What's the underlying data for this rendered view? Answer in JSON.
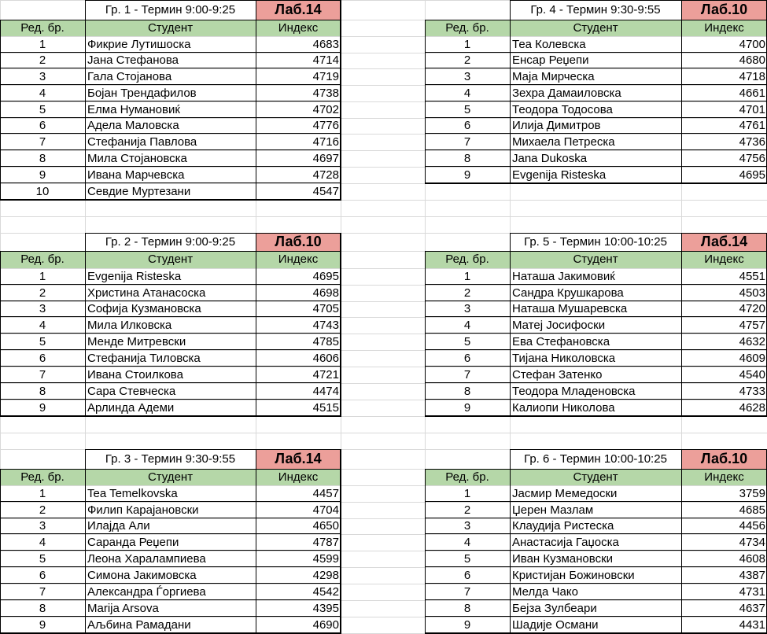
{
  "headers": {
    "num": "Ред. бр.",
    "student": "Студент",
    "index": "Индекс"
  },
  "groups": [
    {
      "title": "Гр. 1 - Термин 9:00-9:25",
      "lab": "Лаб.14",
      "rows": [
        {
          "n": "1",
          "name": "Фикрие Лутишоска",
          "idx": "4683"
        },
        {
          "n": "2",
          "name": "Јана Стефанова",
          "idx": "4714"
        },
        {
          "n": "3",
          "name": "Гала Стојанова",
          "idx": "4719"
        },
        {
          "n": "4",
          "name": "Бојан Трендафилов",
          "idx": "4738"
        },
        {
          "n": "5",
          "name": "Елма Нумановиќ",
          "idx": "4702"
        },
        {
          "n": "6",
          "name": "Адела Маловска",
          "idx": "4776"
        },
        {
          "n": "7",
          "name": "Стефанија Павлова",
          "idx": "4716"
        },
        {
          "n": "8",
          "name": "Мила Стојановска",
          "idx": "4697"
        },
        {
          "n": "9",
          "name": "Ивана Марчевска",
          "idx": "4728"
        },
        {
          "n": "10",
          "name": "Севдие Муртезани",
          "idx": "4547"
        }
      ]
    },
    {
      "title": "Гр. 4 - Термин 9:30-9:55",
      "lab": "Лаб.10",
      "rows": [
        {
          "n": "1",
          "name": "Теа Колевска",
          "idx": "4700"
        },
        {
          "n": "2",
          "name": "Енсар Реџепи",
          "idx": "4680"
        },
        {
          "n": "3",
          "name": "Маја Мирческа",
          "idx": "4718"
        },
        {
          "n": "4",
          "name": "Зехра Дамаиловска",
          "idx": "4661"
        },
        {
          "n": "5",
          "name": "Теодора Тодосова",
          "idx": "4701"
        },
        {
          "n": "6",
          "name": "Илија Димитров",
          "idx": "4761"
        },
        {
          "n": "7",
          "name": "Михаела Петреска",
          "idx": "4736"
        },
        {
          "n": "8",
          "name": "Jana Dukoska",
          "idx": "4756"
        },
        {
          "n": "9",
          "name": "Evgenija Risteska",
          "idx": "4695"
        }
      ]
    },
    {
      "title": "Гр. 2 - Термин 9:00-9:25",
      "lab": "Лаб.10",
      "rows": [
        {
          "n": "1",
          "name": "Evgenija Risteska",
          "idx": "4695"
        },
        {
          "n": "2",
          "name": "Христина Атанасоска",
          "idx": "4698"
        },
        {
          "n": "3",
          "name": "Софија Кузмановска",
          "idx": "4705"
        },
        {
          "n": "4",
          "name": "Мила Илковска",
          "idx": "4743"
        },
        {
          "n": "5",
          "name": "Менде Митревски",
          "idx": "4785"
        },
        {
          "n": "6",
          "name": "Стефанија Тиловска",
          "idx": "4606"
        },
        {
          "n": "7",
          "name": "Ивана Стоилкова",
          "idx": "4721"
        },
        {
          "n": "8",
          "name": "Сара Стевческа",
          "idx": "4474"
        },
        {
          "n": "9",
          "name": "Арлинда Адеми",
          "idx": "4515"
        }
      ]
    },
    {
      "title": "Гр. 5 - Термин 10:00-10:25",
      "lab": "Лаб.14",
      "rows": [
        {
          "n": "1",
          "name": "Наташа Јакимовиќ",
          "idx": "4551"
        },
        {
          "n": "2",
          "name": "Сандра Крушкарова",
          "idx": "4503"
        },
        {
          "n": "3",
          "name": "Наташа Мушаревска",
          "idx": "4720"
        },
        {
          "n": "4",
          "name": "Матеј Јосифоски",
          "idx": "4757"
        },
        {
          "n": "5",
          "name": "Ева Стефановска",
          "idx": "4632"
        },
        {
          "n": "6",
          "name": "Тијана Николовска",
          "idx": "4609"
        },
        {
          "n": "7",
          "name": "Стефан Затенко",
          "idx": "4540"
        },
        {
          "n": "8",
          "name": "Теодора Младеновска",
          "idx": "4733"
        },
        {
          "n": "9",
          "name": "Калиопи Николова",
          "idx": "4628"
        }
      ]
    },
    {
      "title": "Гр. 3 - Термин 9:30-9:55",
      "lab": "Лаб.14",
      "rows": [
        {
          "n": "1",
          "name": "Tea Temelkovska",
          "idx": "4457"
        },
        {
          "n": "2",
          "name": "Филип Карајановски",
          "idx": "4704"
        },
        {
          "n": "3",
          "name": "Илајда Али",
          "idx": "4650"
        },
        {
          "n": "4",
          "name": "Саранда Реџепи",
          "idx": "4787"
        },
        {
          "n": "5",
          "name": "Леона Харалампиева",
          "idx": "4599"
        },
        {
          "n": "6",
          "name": "Симона Јакимовска",
          "idx": "4298"
        },
        {
          "n": "7",
          "name": "Александра Ѓоргиева",
          "idx": "4542"
        },
        {
          "n": "8",
          "name": "Marija Arsova",
          "idx": "4395"
        },
        {
          "n": "9",
          "name": "Аљбина Рамадани",
          "idx": "4690"
        }
      ]
    },
    {
      "title": "Гр. 6 - Термин 10:00-10:25",
      "lab": "Лаб.10",
      "rows": [
        {
          "n": "1",
          "name": "Јасмир Мемедоски",
          "idx": "3759"
        },
        {
          "n": "2",
          "name": "Џерен Мазлам",
          "idx": "4685"
        },
        {
          "n": "3",
          "name": "Клаудија Ристеска",
          "idx": "4456"
        },
        {
          "n": "4",
          "name": "Анастасија Гаџоска",
          "idx": "4734"
        },
        {
          "n": "5",
          "name": "Иван Кузмановски",
          "idx": "4608"
        },
        {
          "n": "6",
          "name": "Кристијан Божиновски",
          "idx": "4387"
        },
        {
          "n": "7",
          "name": "Мелда Чако",
          "idx": "4731"
        },
        {
          "n": "8",
          "name": "Бејза Зулбеари",
          "idx": "4637"
        },
        {
          "n": "9",
          "name": "Шадије Османи",
          "idx": "4431"
        }
      ]
    }
  ]
}
